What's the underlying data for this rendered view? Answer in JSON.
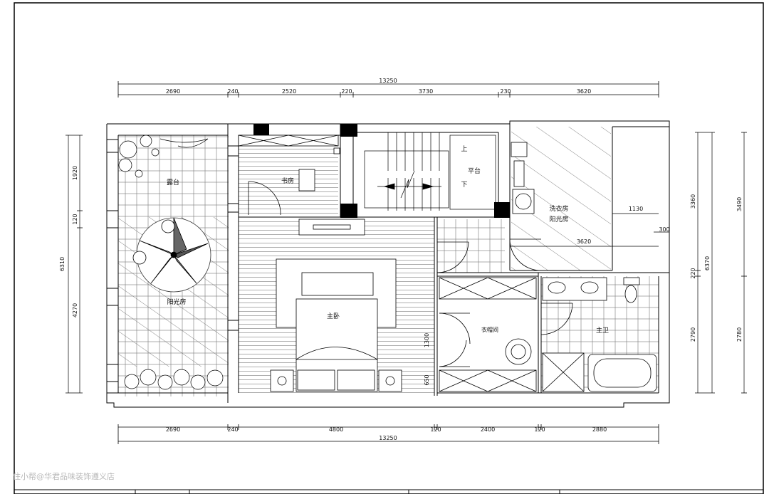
{
  "labels": {
    "terrace": "露台",
    "study": "书房",
    "landing": "平台",
    "stair_up": "上",
    "stair_down": "下",
    "laundry": "洗衣房",
    "laundry_sunroom": "阳光房",
    "sunroom": "阳光房",
    "master_bedroom": "主卧",
    "closet": "衣帽间",
    "master_bath": "主卫"
  },
  "dims": {
    "top_total": "13250",
    "top": [
      "2690",
      "240",
      "2520",
      "220",
      "3730",
      "230",
      "3620"
    ],
    "bottom": [
      "2690",
      "240",
      "4800",
      "120",
      "2400",
      "120",
      "2880"
    ],
    "bottom_total": "13250",
    "left": [
      "1920",
      "120",
      "4270"
    ],
    "left_total": "6310",
    "right_a": [
      "3360",
      "220",
      "2790"
    ],
    "right_b": [
      "3490",
      "2780"
    ],
    "right_total": "6370",
    "laundry_width": "3620",
    "laundry_depth": "1130",
    "laundry_step": "300",
    "closet_a": "1300",
    "closet_b": "650"
  },
  "watermark": "住小帮@华君品味装饰遵义店"
}
